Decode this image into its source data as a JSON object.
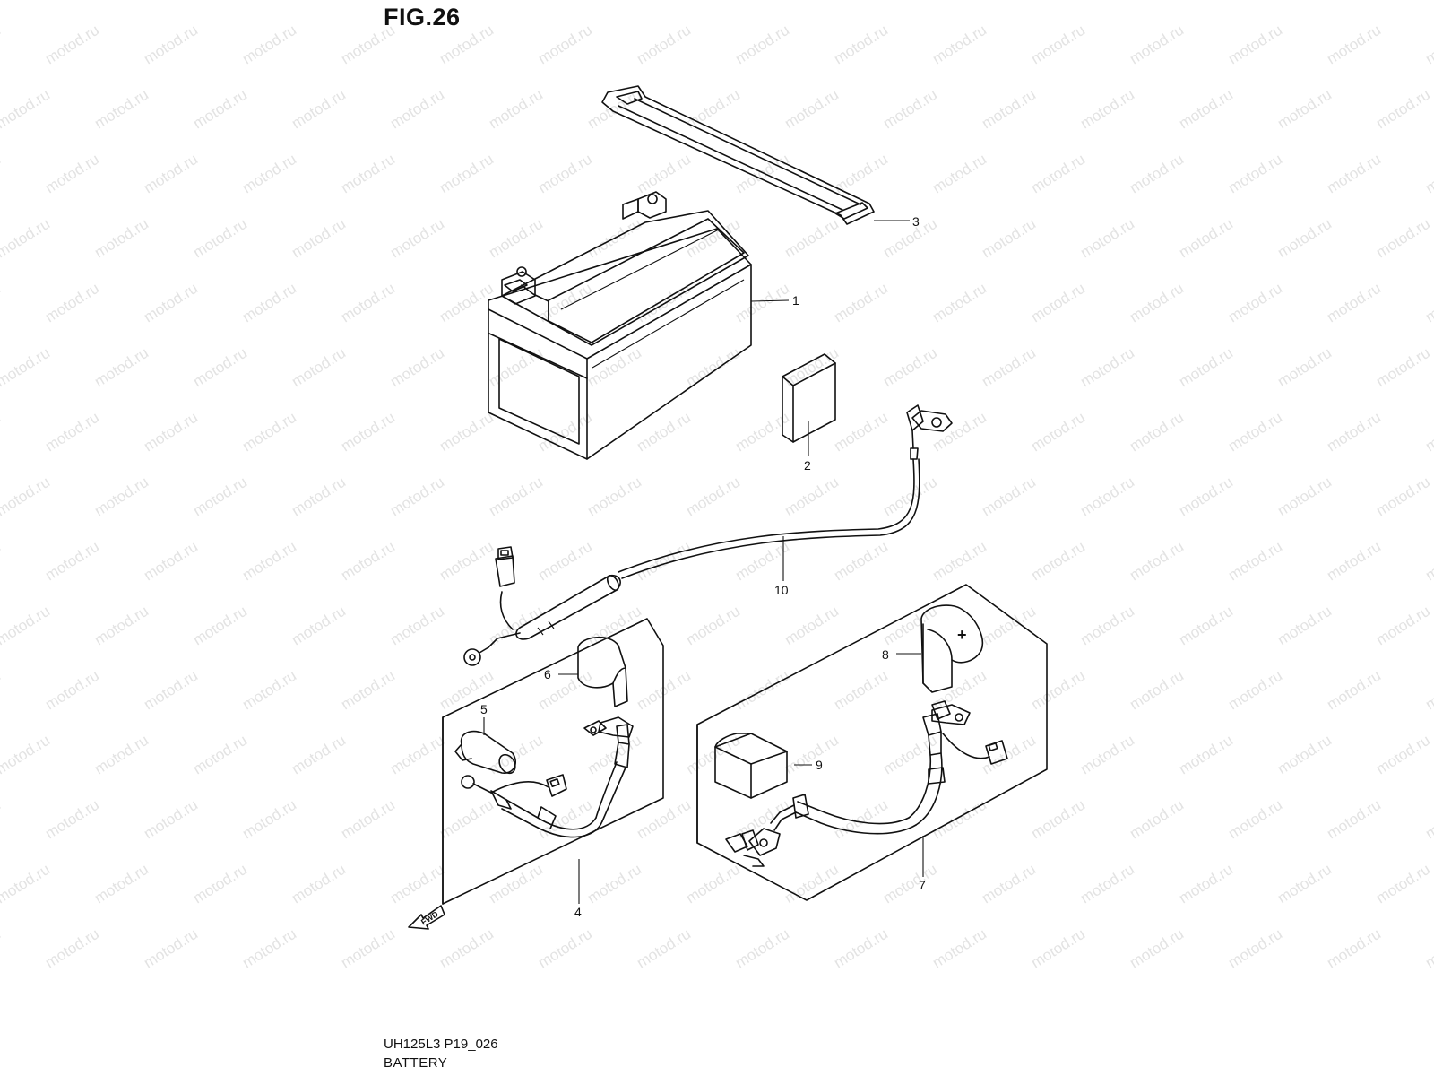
{
  "figure": {
    "title": "FIG.26",
    "code": "UH125L3 P19_026",
    "name": "BATTERY"
  },
  "watermark": "motod.ru",
  "fwd_label": "FWD",
  "terminal_mark": "+",
  "callouts": {
    "p1": "1",
    "p2": "2",
    "p3": "3",
    "p4": "4",
    "p5": "5",
    "p6": "6",
    "p7": "7",
    "p8": "8",
    "p9": "9",
    "p10": "10"
  },
  "colors": {
    "line": "#111111",
    "watermark": "#e3e3e3",
    "background": "#ffffff"
  }
}
